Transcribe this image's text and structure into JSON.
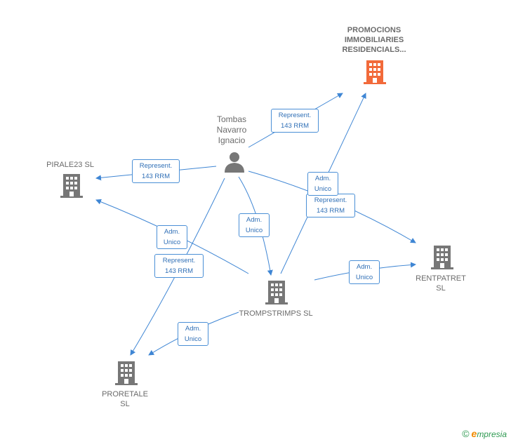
{
  "nodes": {
    "promocions": {
      "label_lines": [
        "PROMOCIONS",
        "IMMOBILIARIES",
        "RESIDENCIALS..."
      ],
      "icon": "building-icon",
      "color": "#f26a3a"
    },
    "tombas": {
      "label_lines": [
        "Tombas",
        "Navarro",
        "Ignacio"
      ],
      "icon": "person-icon",
      "color": "#777777"
    },
    "pirale23": {
      "label_lines": [
        "PIRALE23  SL"
      ],
      "icon": "building-icon",
      "color": "#777777"
    },
    "rentpatret": {
      "label_lines": [
        "RENTPATRET",
        "SL"
      ],
      "icon": "building-icon",
      "color": "#777777"
    },
    "trompstrimps": {
      "label_lines": [
        "TROMPSTRIMPS SL"
      ],
      "icon": "building-icon",
      "color": "#777777"
    },
    "proretale": {
      "label_lines": [
        "PRORETALE",
        "SL"
      ],
      "icon": "building-icon",
      "color": "#777777"
    }
  },
  "edges": [
    {
      "id": "e1",
      "lines": [
        "Represent.",
        "143 RRM"
      ]
    },
    {
      "id": "e2",
      "lines": [
        "Represent.",
        "143 RRM"
      ]
    },
    {
      "id": "e3",
      "lines": [
        "Adm.",
        "Unico"
      ]
    },
    {
      "id": "e4",
      "lines": [
        "Represent.",
        "143 RRM"
      ]
    },
    {
      "id": "e5",
      "lines": [
        "Adm.",
        "Unico"
      ]
    },
    {
      "id": "e6",
      "lines": [
        "Adm.",
        "Unico"
      ]
    },
    {
      "id": "e7",
      "lines": [
        "Represent.",
        "143 RRM"
      ]
    },
    {
      "id": "e8",
      "lines": [
        "Adm.",
        "Unico"
      ]
    },
    {
      "id": "e9",
      "lines": [
        "Adm.",
        "Unico"
      ]
    }
  ],
  "edge_color": "#3f86d4",
  "brand": {
    "copyright": "©",
    "initial": "e",
    "rest": "mpresia"
  }
}
